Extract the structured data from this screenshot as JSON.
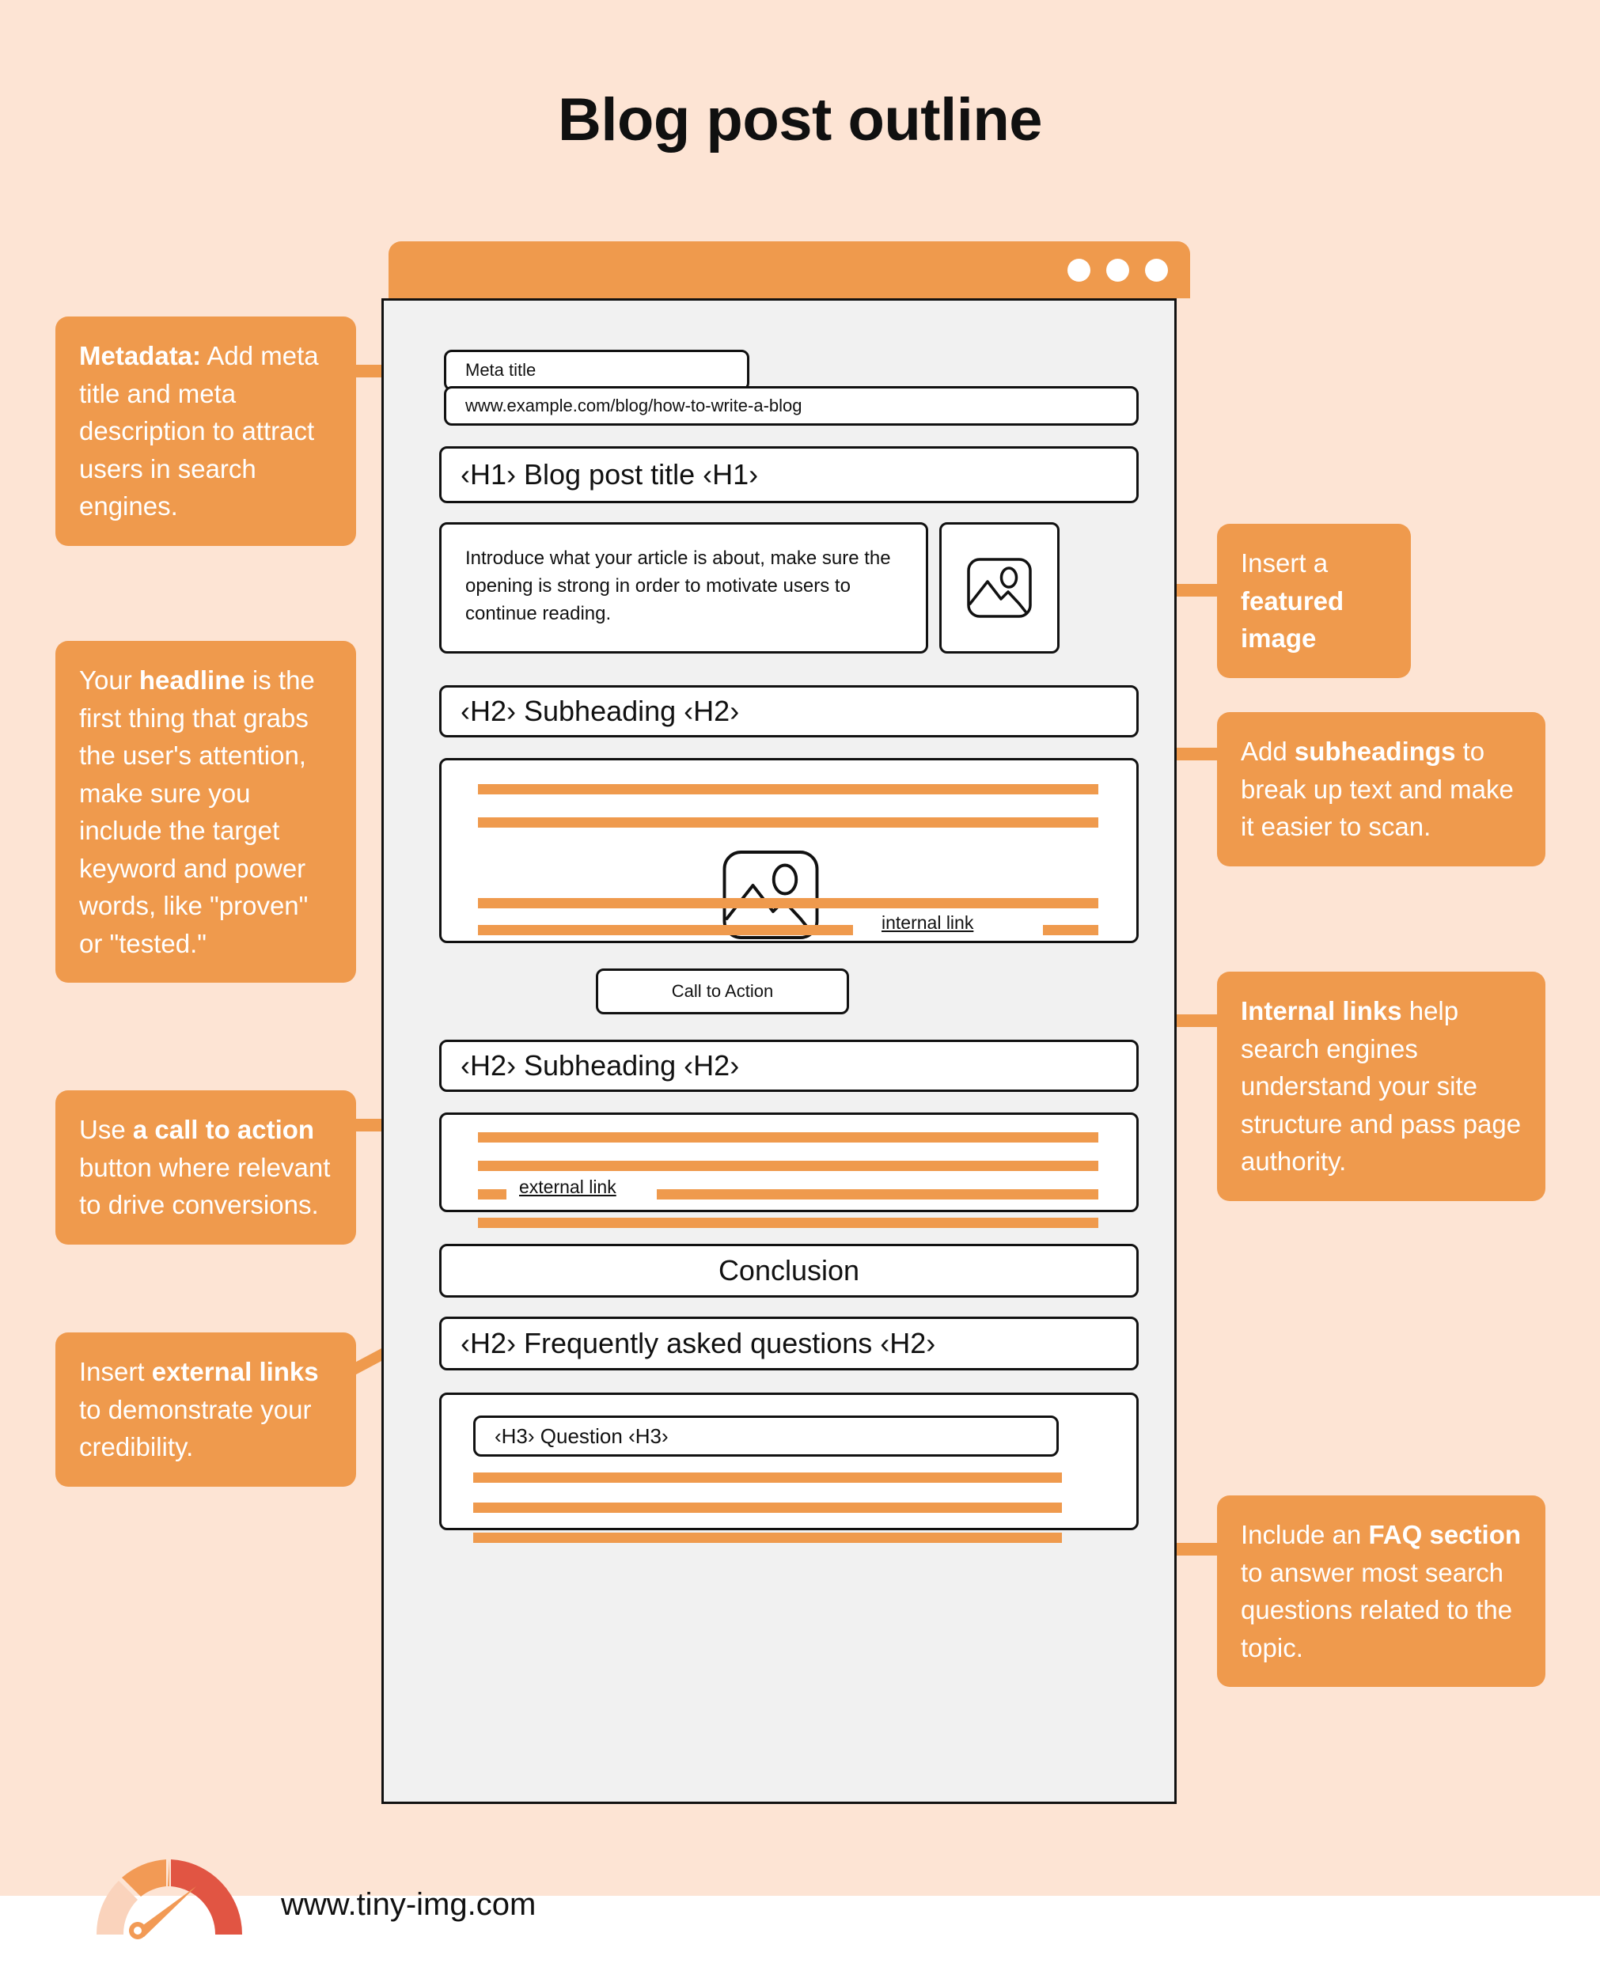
{
  "page": {
    "title": "Blog post outline",
    "background_color": "#FDE4D4",
    "accent_color": "#EF9A4D"
  },
  "footer": {
    "url": "www.tiny-img.com",
    "logo_name": "tiny-img-gauge-logo"
  },
  "mockup": {
    "meta_title": "Meta title",
    "meta_url": "www.example.com/blog/how-to-write-a-blog",
    "h1": "‹H1› Blog post title ‹H1›",
    "intro_paragraph": "Introduce what your article is about, make sure the opening is strong in order to motivate users to continue reading.",
    "featured_image_icon": "image-placeholder-icon",
    "h2_first": "‹H2› Subheading ‹H2›",
    "internal_link_label": "internal link",
    "inline_image_icon": "image-placeholder-icon",
    "cta_label": "Call to Action",
    "h2_second": "‹H2› Subheading ‹H2›",
    "external_link_label": "external link",
    "conclusion": "Conclusion",
    "h2_faq": "‹H2› Frequently asked questions ‹H2›",
    "h3_question": "‹H3› Question ‹H3›"
  },
  "callouts": {
    "metadata": {
      "bold_lead": "Metadata:",
      "rest": " Add meta title and meta description to attract users in search engines."
    },
    "headline": {
      "pre": "Your ",
      "bold": "headline",
      "rest": " is the first thing that grabs the user's attention, make sure you include the target keyword and power words, like \"proven\" or \"tested.\""
    },
    "cta": {
      "pre": "Use ",
      "bold": "a call to action",
      "rest": " button where relevant to drive conversions."
    },
    "external_links": {
      "pre": "Insert ",
      "bold": "external links",
      "rest": " to demonstrate your credibility."
    },
    "featured_image": {
      "pre": "Insert a ",
      "bold": "featured image",
      "rest": ""
    },
    "subheadings": {
      "pre": "Add ",
      "bold": "subheadings",
      "rest": " to break up text and make it easier to scan."
    },
    "internal_links": {
      "pre": "",
      "bold": "Internal links",
      "rest": " help search engines understand your site structure and pass page authority."
    },
    "faq": {
      "pre": "Include an ",
      "bold": "FAQ section",
      "rest": " to answer most search questions related to the topic."
    }
  }
}
